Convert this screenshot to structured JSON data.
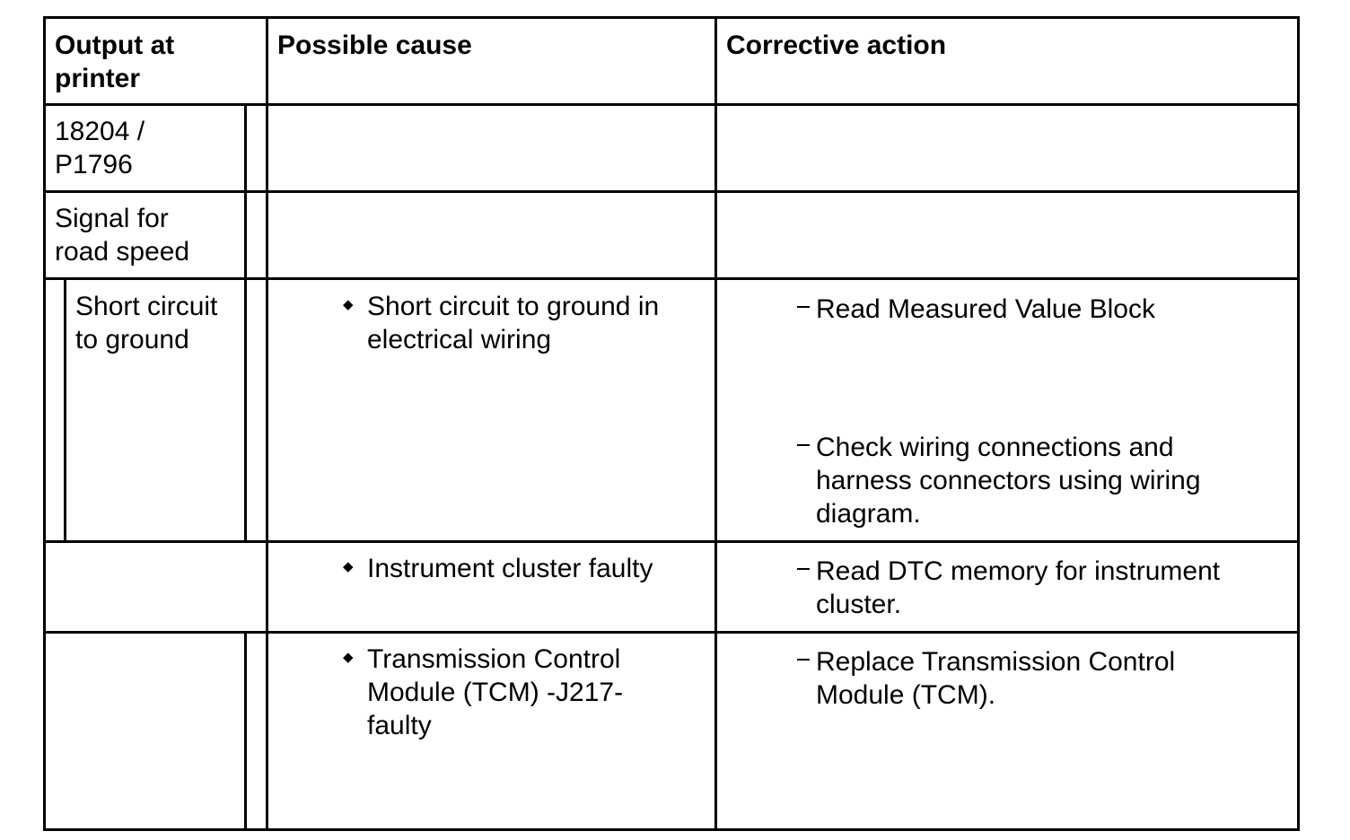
{
  "header": {
    "col1": [
      "Output at",
      "printer"
    ],
    "col2": "Possible cause",
    "col3": "Corrective action"
  },
  "rows": {
    "code": [
      "18204 /",
      "P1796"
    ],
    "signal": [
      "Signal for",
      "road speed"
    ],
    "fault": [
      "Short circuit",
      "to ground"
    ]
  },
  "causes": [
    {
      "lines": [
        "Short circuit to ground in",
        "electrical wiring"
      ]
    },
    {
      "lines": [
        "Instrument cluster faulty"
      ]
    },
    {
      "lines": [
        "Transmission Control",
        "Module (TCM) -J217-",
        "faulty"
      ]
    }
  ],
  "actions": [
    {
      "lines": [
        "Read Measured Value Block"
      ]
    },
    {
      "lines": [
        "Check wiring connections and",
        "harness connectors using wiring",
        "diagram."
      ]
    },
    {
      "lines": [
        "Read DTC memory for instrument",
        "cluster."
      ]
    },
    {
      "lines": [
        "Replace Transmission Control",
        "Module (TCM)."
      ]
    }
  ],
  "icons": {
    "bullet": "diamond-bullet-icon",
    "dash": "dash-bullet-icon"
  }
}
